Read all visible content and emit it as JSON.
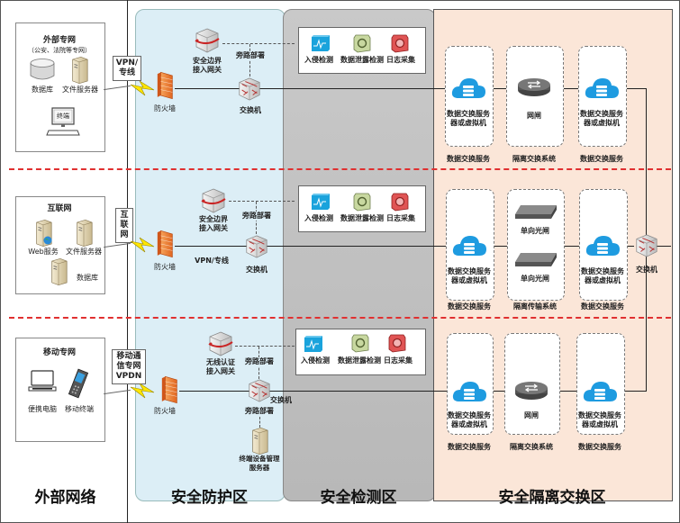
{
  "zones": {
    "external": "外部网络",
    "protection": "安全防护区",
    "detection": "安全检测区",
    "isolation": "安全隔离交换区"
  },
  "rows": [
    {
      "external": {
        "title": "外部专网",
        "subtitle": "（公安、法院等专网）",
        "items": [
          "数据库",
          "文件服务器",
          "终端"
        ]
      },
      "link_label": "VPN/\n专线",
      "firewall": "防火墙",
      "gateway": "安全边界\n接入网关",
      "bypass": "旁路部署",
      "switch": "交换机",
      "detection": [
        "入侵检测",
        "数据泄露检测",
        "日志采集"
      ],
      "isolation": {
        "left_server": "数据交换服务\n器或虚拟机",
        "middle": [
          "网闸"
        ],
        "right_server": "数据交换服务\n器或虚拟机",
        "captions": [
          "数据交换服务",
          "隔离交换系统",
          "数据交换服务"
        ]
      }
    },
    {
      "external": {
        "title": "互联网",
        "items": [
          "Web服务",
          "文件服务器",
          "数据库"
        ]
      },
      "link_label": "互\n联\n网",
      "firewall": "防火墙",
      "line_label": "VPN/专线",
      "gateway": "安全边界\n接入网关",
      "bypass": "旁路部署",
      "switch": "交换机",
      "detection": [
        "入侵检测",
        "数据泄露检测",
        "日志采集"
      ],
      "isolation": {
        "left_server": "数据交换服务\n器或虚拟机",
        "middle": [
          "单向光闸",
          "单向光闸"
        ],
        "right_server": "数据交换服务\n器或虚拟机",
        "captions": [
          "数据交换服务",
          "隔离传输系统",
          "数据交换服务"
        ]
      },
      "core_switch": "交换机"
    },
    {
      "external": {
        "title": "移动专网",
        "items": [
          "便携电脑",
          "移动终端"
        ]
      },
      "link_label": "移动通\n信专网\nVPDN",
      "firewall": "防火墙",
      "gateway": "无线认证\n接入网关",
      "bypass": "旁路部署",
      "bypass2": "旁路部署",
      "switch": "交换机",
      "mgmt_server": "终端设备管理\n服务器",
      "detection": [
        "入侵检测",
        "数据泄露检测",
        "日志采集"
      ],
      "isolation": {
        "left_server": "数据交换服务\n器或虚拟机",
        "middle": [
          "网闸"
        ],
        "right_server": "数据交换服务\n器或虚拟机",
        "captions": [
          "数据交换服务",
          "隔离交换系统",
          "数据交换服务"
        ]
      }
    }
  ],
  "colors": {
    "protection_bg": "#dceef6",
    "detection_bg": "#c0c0c0",
    "isolation_bg": "#fbe6d8",
    "divider": "#e03030",
    "cloud": "#1e9be0",
    "firewall": "#f08a3a"
  }
}
